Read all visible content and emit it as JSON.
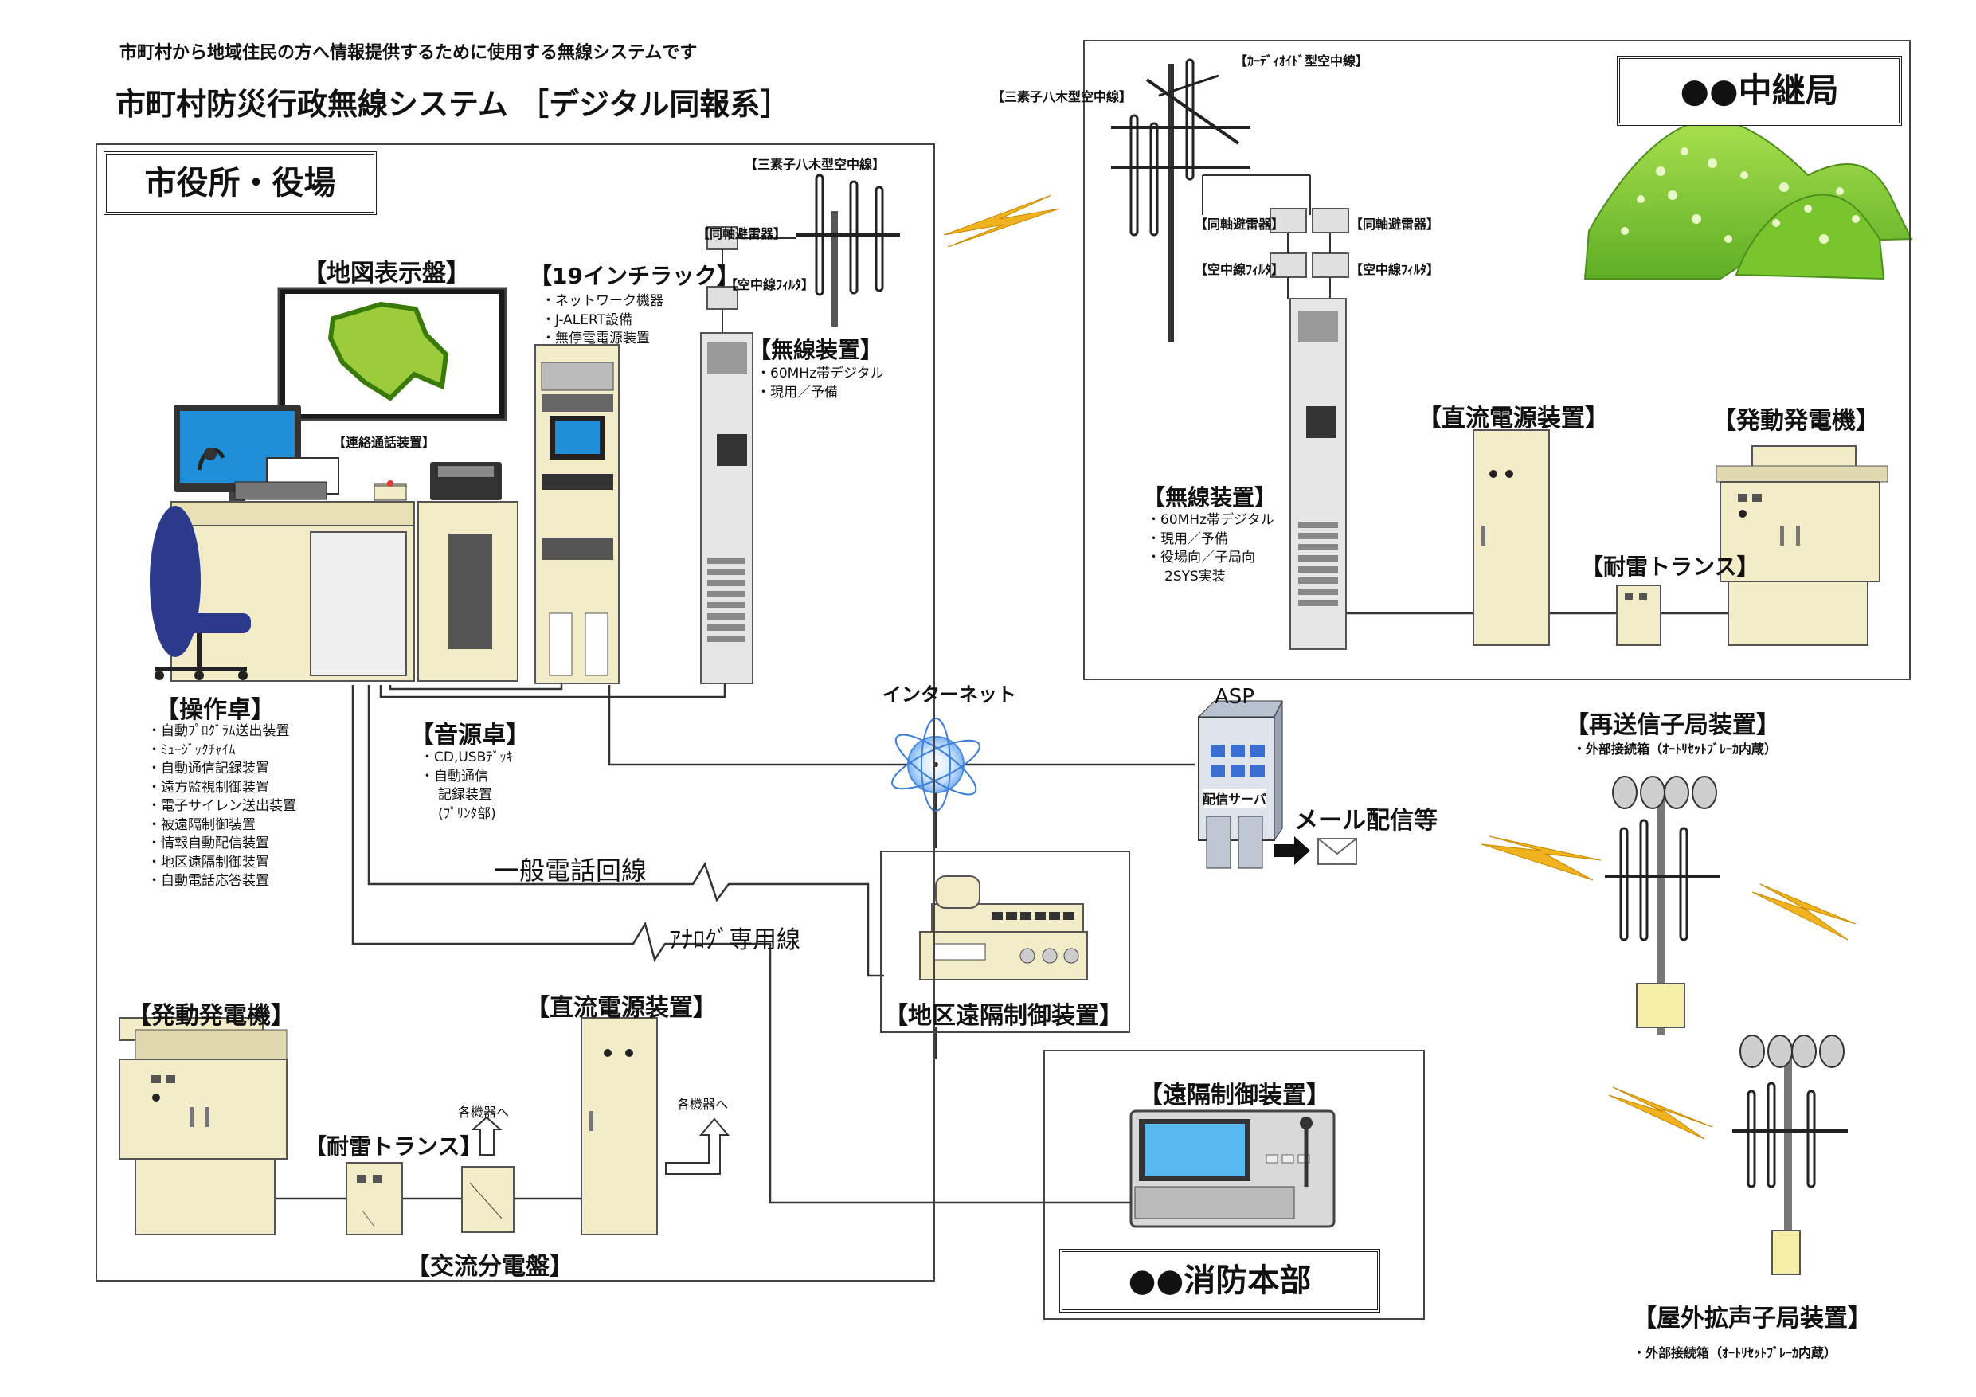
{
  "header": {
    "subtitle": "市町村から地域住民の方へ情報提供するために使用する無線システムです",
    "title": "市町村防災行政無線システム ［デジタル同報系］"
  },
  "city_hall": {
    "title": "市役所・役場",
    "map_panel": "【地図表示盤】",
    "rack19": "【19インチラック】",
    "rack19_items": [
      "・ネットワーク機器",
      "・J-ALERT設備",
      "・無停電電源装置"
    ],
    "yagi": "【三素子八木型空中線】",
    "lightning": "【同軸避雷器】",
    "filter": "【空中線ﾌｨﾙﾀ】",
    "radio": "【無線装置】",
    "radio_items": [
      "・60MHz帯デジタル",
      "・現用／予備"
    ],
    "phone": "【連絡通話装置】",
    "console": "【操作卓】",
    "console_items": [
      "・自動ﾌﾟﾛｸﾞﾗﾑ送出装置",
      "・ﾐｭｰｼﾞｯｸﾁｬｲﾑ",
      "・自動通信記録装置",
      "・遠方監視制御装置",
      "・電子サイレン送出装置",
      "・被遠隔制御装置",
      "・情報自動配信装置",
      "・地区遠隔制御装置",
      "・自動電話応答装置"
    ],
    "audio": "【音源卓】",
    "audio_items": [
      "・CD,USBﾃﾞｯｷ",
      "・自動通信",
      "記録装置",
      "(ﾌﾟﾘﾝﾀ部)"
    ],
    "generator": "【発動発電機】",
    "dc_power": "【直流電源装置】",
    "transformer": "【耐雷トランス】",
    "to_each_a": "各機器へ",
    "to_each_b": "各機器へ",
    "ac_panel": "【交流分電盤】"
  },
  "lines": {
    "phone_line": "一般電話回線",
    "analog_line": "ｱﾅﾛｸﾞ専用線",
    "internet": "インターネット"
  },
  "asp": {
    "title": "ASP",
    "server": "配信サーバ",
    "mail": "メール配信等"
  },
  "district": {
    "label": "【地区遠隔制御装置】"
  },
  "fire_hq": {
    "remote": "【遠隔制御装置】",
    "title": "●●消防本部"
  },
  "relay": {
    "title": "●●中継局",
    "cardioid": "【ｶｰﾃﾞｨｵｲﾄﾞ型空中線】",
    "yagi": "【三素子八木型空中線】",
    "lightning_l": "【同軸避雷器】",
    "lightning_r": "【同軸避雷器】",
    "filter_l": "【空中線ﾌｨﾙﾀ】",
    "filter_r": "【空中線ﾌｨﾙﾀ】",
    "radio": "【無線装置】",
    "radio_items": [
      "・60MHz帯デジタル",
      "・現用／予備",
      "・役場向／子局向",
      "2SYS実装"
    ],
    "dc_power": "【直流電源装置】",
    "generator": "【発動発電機】",
    "transformer": "【耐雷トランス】"
  },
  "retransmit": {
    "title": "【再送信子局装置】",
    "note": "・外部接続箱（ｵｰﾄﾘｾｯﾄﾌﾞﾚｰｶ内蔵）"
  },
  "outdoor": {
    "title": "【屋外拡声子局装置】",
    "note": "・外部接続箱（ｵｰﾄﾘｾｯﾄﾌﾞﾚｰｶ内蔵）"
  },
  "colors": {
    "mountain": "#8fd13a",
    "map_land": "#9ccc3c",
    "cabinet": "#f2ecc8",
    "radio_unit": "#e6e6e6",
    "lightning": "#f0b21e",
    "screen": "#1e8fd8",
    "chair": "#2c3a8c"
  }
}
